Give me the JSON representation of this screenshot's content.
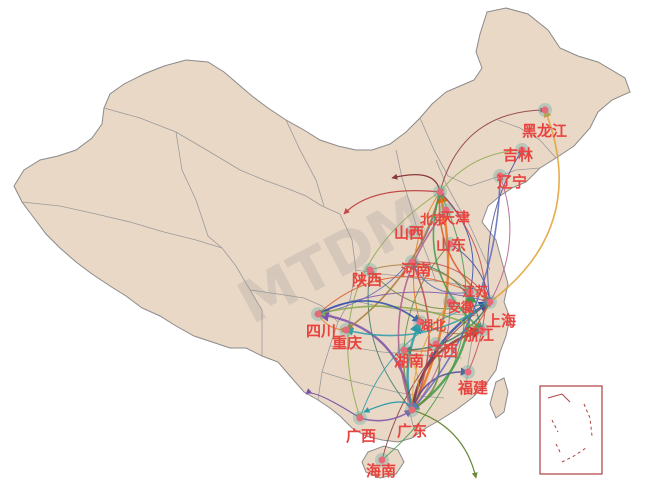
{
  "map": {
    "land_color": "#ead8c6",
    "border_color": "#8a8a8a",
    "label_color": "#e8433f",
    "watermark_text": "MTDM",
    "provinces": [
      {
        "id": "heilongjiang",
        "name": "黑龙江",
        "highlighted": true
      },
      {
        "id": "jilin",
        "name": "吉林",
        "highlighted": true
      },
      {
        "id": "liaoning",
        "name": "辽宁",
        "highlighted": true
      },
      {
        "id": "tianjin",
        "name": "天津",
        "highlighted": true
      },
      {
        "id": "shanxi",
        "name": "山西",
        "highlighted": true
      },
      {
        "id": "beijing",
        "name": "北京",
        "highlighted": true
      },
      {
        "id": "shandong",
        "name": "山东",
        "highlighted": true
      },
      {
        "id": "henan",
        "name": "河南",
        "highlighted": true
      },
      {
        "id": "shaanxi",
        "name": "陕西",
        "highlighted": true
      },
      {
        "id": "shanghai",
        "name": "上海",
        "highlighted": true
      },
      {
        "id": "sichuan",
        "name": "四川",
        "highlighted": true
      },
      {
        "id": "chongqing",
        "name": "重庆",
        "highlighted": true
      },
      {
        "id": "hubei",
        "name": "湖北",
        "highlighted": true
      },
      {
        "id": "anhui",
        "name": "安徽",
        "highlighted": true
      },
      {
        "id": "jiangsu",
        "name": "江苏",
        "highlighted": true
      },
      {
        "id": "zhejiang",
        "name": "浙江",
        "highlighted": true
      },
      {
        "id": "hunan",
        "name": "湖南",
        "highlighted": true
      },
      {
        "id": "jiangxi",
        "name": "江西",
        "highlighted": true
      },
      {
        "id": "fujian",
        "name": "福建",
        "highlighted": true
      },
      {
        "id": "guangxi",
        "name": "广西",
        "highlighted": true
      },
      {
        "id": "guangdong",
        "name": "广东",
        "highlighted": true
      },
      {
        "id": "hainan",
        "name": "海南",
        "highlighted": true
      }
    ],
    "flow_colors": [
      "#e8731a",
      "#2a4fa8",
      "#3f9a4a",
      "#8b3a3a",
      "#7b52a8",
      "#2a9aa8",
      "#c24a4a",
      "#6a8a3a",
      "#e0a030",
      "#4a4a9a",
      "#b05a8a",
      "#3a7a6a",
      "#d85a2a",
      "#5a6aba",
      "#8aa84a",
      "#a87a3a"
    ]
  }
}
